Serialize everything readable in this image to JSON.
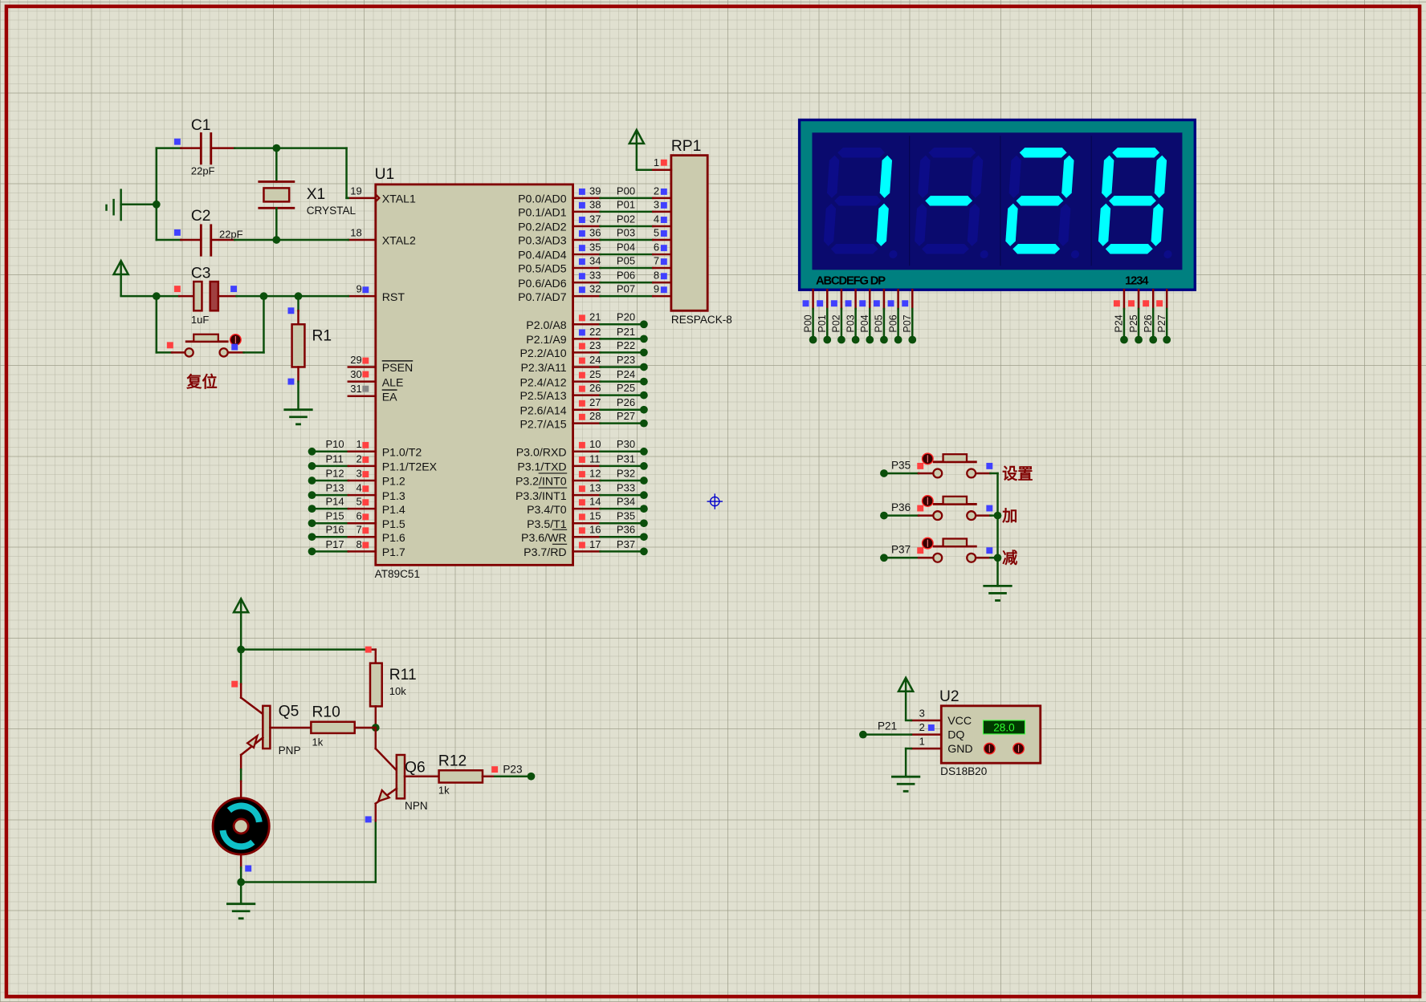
{
  "u1": {
    "ref": "U1",
    "part": "AT89C51",
    "left_pins": [
      {
        "num": "19",
        "name": "XTAL1",
        "overline": false
      },
      {
        "num": "18",
        "name": "XTAL2",
        "overline": false
      },
      {
        "num": "9",
        "name": "RST",
        "overline": false
      },
      {
        "num": "29",
        "name": "PSEN",
        "overline": true
      },
      {
        "num": "30",
        "name": "ALE",
        "overline": false
      },
      {
        "num": "31",
        "name": "EA",
        "overline": true
      }
    ],
    "port1": [
      {
        "num": "1",
        "name": "P1.0/T2",
        "net": "P10"
      },
      {
        "num": "2",
        "name": "P1.1/T2EX",
        "net": "P11"
      },
      {
        "num": "3",
        "name": "P1.2",
        "net": "P12"
      },
      {
        "num": "4",
        "name": "P1.3",
        "net": "P13"
      },
      {
        "num": "5",
        "name": "P1.4",
        "net": "P14"
      },
      {
        "num": "6",
        "name": "P1.5",
        "net": "P15"
      },
      {
        "num": "7",
        "name": "P1.6",
        "net": "P16"
      },
      {
        "num": "8",
        "name": "P1.7",
        "net": "P17"
      }
    ],
    "port0": [
      {
        "num": "39",
        "name": "P0.0/AD0",
        "net": "P00",
        "rp_pin": "2"
      },
      {
        "num": "38",
        "name": "P0.1/AD1",
        "net": "P01",
        "rp_pin": "3"
      },
      {
        "num": "37",
        "name": "P0.2/AD2",
        "net": "P02",
        "rp_pin": "4"
      },
      {
        "num": "36",
        "name": "P0.3/AD3",
        "net": "P03",
        "rp_pin": "5"
      },
      {
        "num": "35",
        "name": "P0.4/AD4",
        "net": "P04",
        "rp_pin": "6"
      },
      {
        "num": "34",
        "name": "P0.5/AD5",
        "net": "P05",
        "rp_pin": "7"
      },
      {
        "num": "33",
        "name": "P0.6/AD6",
        "net": "P06",
        "rp_pin": "8"
      },
      {
        "num": "32",
        "name": "P0.7/AD7",
        "net": "P07",
        "rp_pin": "9"
      }
    ],
    "port2": [
      {
        "num": "21",
        "name": "P2.0/A8",
        "net": "P20",
        "state": "low"
      },
      {
        "num": "22",
        "name": "P2.1/A9",
        "net": "P21",
        "state": "high"
      },
      {
        "num": "23",
        "name": "P2.2/A10",
        "net": "P22",
        "state": "low"
      },
      {
        "num": "24",
        "name": "P2.3/A11",
        "net": "P23",
        "state": "low"
      },
      {
        "num": "25",
        "name": "P2.4/A12",
        "net": "P24",
        "state": "low"
      },
      {
        "num": "26",
        "name": "P2.5/A13",
        "net": "P25",
        "state": "low"
      },
      {
        "num": "27",
        "name": "P2.6/A14",
        "net": "P26",
        "state": "low"
      },
      {
        "num": "28",
        "name": "P2.7/A15",
        "net": "P27",
        "state": "low"
      }
    ],
    "port3": [
      {
        "num": "10",
        "name": "P3.0/RXD",
        "net": "P30",
        "over": ""
      },
      {
        "num": "11",
        "name": "P3.1/TXD",
        "net": "P31",
        "over": ""
      },
      {
        "num": "12",
        "name": "P3.2/INT0",
        "net": "P32",
        "over": "INT0"
      },
      {
        "num": "13",
        "name": "P3.3/INT1",
        "net": "P33",
        "over": "INT1"
      },
      {
        "num": "14",
        "name": "P3.4/T0",
        "net": "P34",
        "over": ""
      },
      {
        "num": "15",
        "name": "P3.5/T1",
        "net": "P35",
        "over": ""
      },
      {
        "num": "16",
        "name": "P3.6/WR",
        "net": "P36",
        "over": "WR"
      },
      {
        "num": "17",
        "name": "P3.7/RD",
        "net": "P37",
        "over": "RD"
      }
    ]
  },
  "rp1": {
    "ref": "RP1",
    "part": "RESPACK-8",
    "pin1": "1"
  },
  "crystal": {
    "c1": {
      "ref": "C1",
      "value": "22pF"
    },
    "c2": {
      "ref": "C2",
      "value": "22pF"
    },
    "x1": {
      "ref": "X1",
      "value": "CRYSTAL"
    }
  },
  "reset": {
    "c3": {
      "ref": "C3",
      "value": "1uF"
    },
    "r1": {
      "ref": "R1"
    },
    "button_label": "复位"
  },
  "display": {
    "digits": [
      "1",
      "-",
      "2",
      "8"
    ],
    "segment_label": "ABCDEFG  DP",
    "common_label": "1234",
    "segment_pins": [
      "P00",
      "P01",
      "P02",
      "P03",
      "P04",
      "P05",
      "P06",
      "P07"
    ],
    "common_pins": [
      "P24",
      "P25",
      "P26",
      "P27"
    ],
    "colors": {
      "frame": "#008080",
      "face": "#0a0a6e",
      "segment_on": "#00ffff",
      "segment_off": "#0c0c88"
    }
  },
  "buttons": [
    {
      "net": "P35",
      "label": "设置"
    },
    {
      "net": "P36",
      "label": "加"
    },
    {
      "net": "P37",
      "label": "减"
    }
  ],
  "sensor": {
    "ref": "U2",
    "part": "DS18B20",
    "pins": [
      {
        "num": "3",
        "name": "VCC"
      },
      {
        "num": "2",
        "name": "DQ"
      },
      {
        "num": "1",
        "name": "GND"
      }
    ],
    "net": "P21",
    "temperature": "28.0"
  },
  "driver": {
    "q5": {
      "ref": "Q5",
      "type": "PNP"
    },
    "q6": {
      "ref": "Q6",
      "type": "NPN"
    },
    "r10": {
      "ref": "R10",
      "value": "1k"
    },
    "r11": {
      "ref": "R11",
      "value": "10k"
    },
    "r12": {
      "ref": "R12",
      "value": "1k"
    },
    "net": "P23"
  },
  "colors": {
    "wire": "#0b4f0b",
    "component": "#800000",
    "body": "#cbcbae",
    "logic_high": "#ff4040",
    "logic_low": "#4040ff",
    "border": "#9a0000"
  }
}
